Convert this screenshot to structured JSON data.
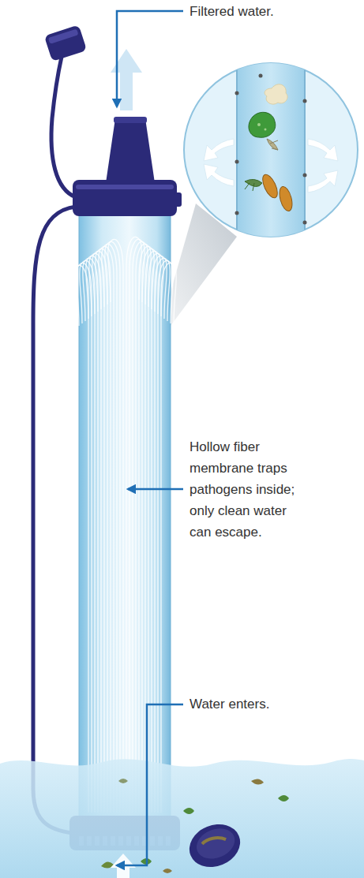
{
  "diagram": {
    "labels": [
      "Filtered water.",
      "Hollow fiber membrane traps pathogens inside; only clean water can escape.",
      "Water enters."
    ]
  }
}
